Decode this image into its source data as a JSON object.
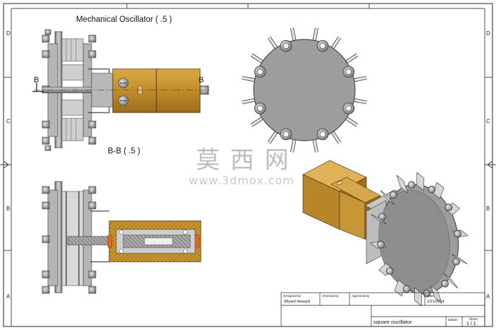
{
  "views": {
    "top_title": "Mechanical Oscillator ( .5 )",
    "section_title": "B-B ( .5 )",
    "section_mark_left": "B",
    "section_mark_right": "B"
  },
  "zones": {
    "rows": [
      "D",
      "C",
      "B",
      "A"
    ]
  },
  "watermark": {
    "chinese": "莫 西 网",
    "url": "www.3dmox.com"
  },
  "title_block": {
    "designed_by_label": "Designed by",
    "designed_by": "Wiyarti Howard",
    "checked_by_label": "Checked by",
    "approved_by_label": "Approved by",
    "date_label": "Date",
    "date": "1/21/2014",
    "title": "square oscillator",
    "edition_label": "Edition",
    "sheet_label": "Sheet",
    "sheet": "1 / 1"
  },
  "colors": {
    "brass": "#c8952e",
    "brass_dark": "#8a6420",
    "steel": "#9a9a9a",
    "steel_dark": "#555555",
    "disc": "#9d9d9d"
  }
}
